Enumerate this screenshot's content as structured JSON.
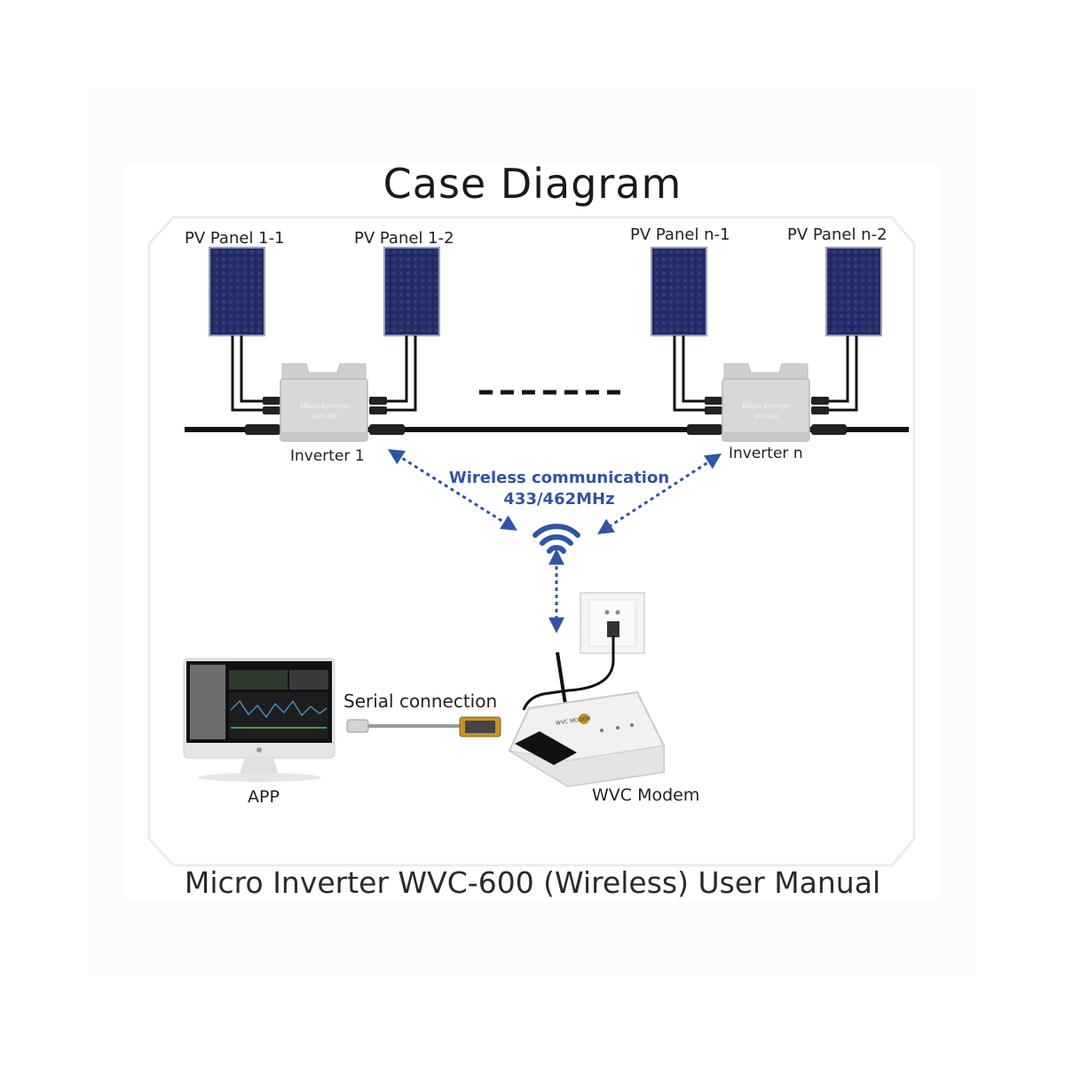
{
  "title": "Case Diagram",
  "footer": "Micro Inverter WVC-600 (Wireless) User Manual",
  "panels": [
    "PV Panel 1-1",
    "PV Panel 1-2",
    "PV Panel n-1",
    "PV Panel n-2"
  ],
  "inverters": [
    "Inverter 1",
    "Inverter n"
  ],
  "inverter_face": {
    "line1": "Micro Inverter",
    "line2": "WVC-600"
  },
  "wireless": {
    "line1": "Wireless communication",
    "line2": "433/462MHz"
  },
  "serial_label": "Serial connection",
  "app_label": "APP",
  "modem_label": "WVC Modem",
  "modem_brand": "WVC MODEM",
  "colors": {
    "accent": "#2f55a4",
    "panel": "#1c2250",
    "cable": "#111111",
    "inverter": "#d9d9d9"
  }
}
